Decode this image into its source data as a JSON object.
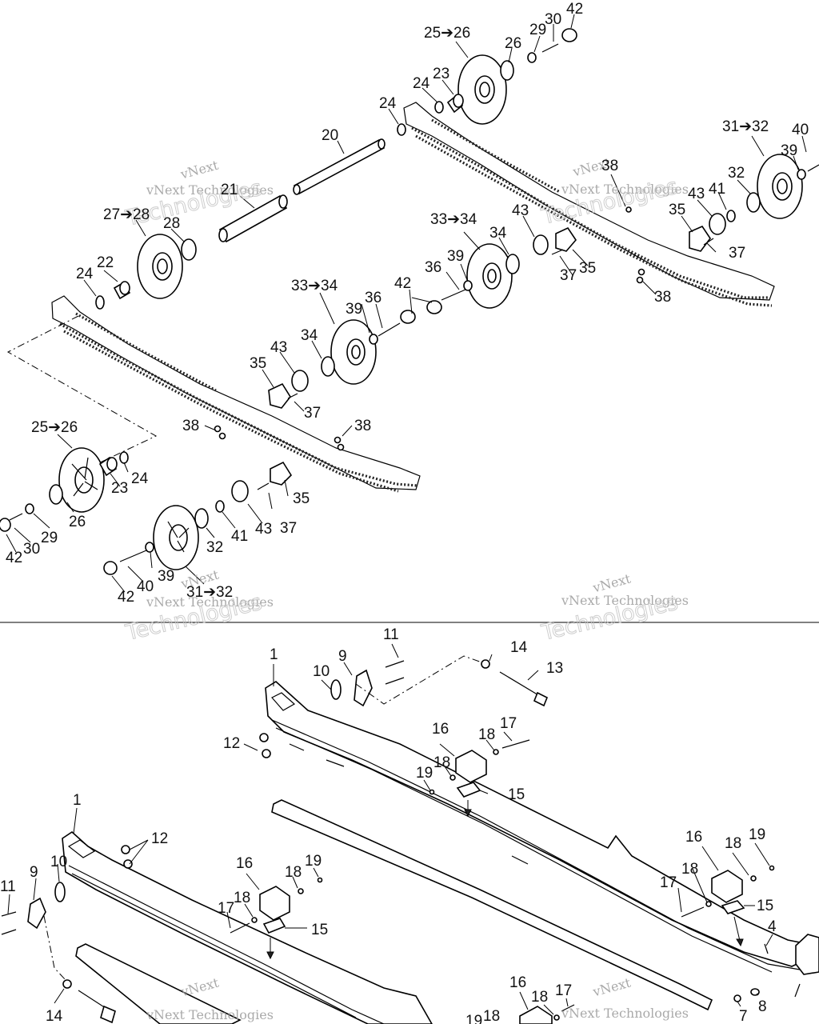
{
  "watermark": {
    "line1": "vNext",
    "line2": "vNext Technologies",
    "line3": "Technologies"
  },
  "labels": {
    "l42a": "42",
    "l30a": "30",
    "l29a": "29",
    "l26a": "26",
    "l2526a": "25➔26",
    "l24a": "24",
    "l23a": "23",
    "l24b": "24",
    "l20": "20",
    "l21": "21",
    "l2728": "27➔28",
    "l28": "28",
    "l22": "22",
    "l24c": "24",
    "l3132a": "31➔32",
    "l40a": "40",
    "l39a": "39",
    "l32a": "32",
    "l41a": "41",
    "l43a": "43",
    "l35a": "35",
    "l37a": "37",
    "l38a": "38",
    "l38b": "38",
    "l3334a": "33➔34",
    "l43b": "43",
    "l34a": "34",
    "l39b": "39",
    "l36a": "36",
    "l35b": "35",
    "l37b": "37",
    "l42b": "42",
    "l3334b": "33➔34",
    "l39c": "39",
    "l36b": "36",
    "l34b": "34",
    "l43c": "43",
    "l35c": "35",
    "l37c": "37",
    "l38c": "38",
    "l38d": "38",
    "l2526b": "25➔26",
    "l23b": "23",
    "l24d": "24",
    "l26b": "26",
    "l29b": "29",
    "l30b": "30",
    "l42c": "42",
    "l35d": "35",
    "l43d": "43",
    "l41b": "41",
    "l32b": "32",
    "l37d": "37",
    "l39d": "39",
    "l40b": "40",
    "l42d": "42",
    "l3132b": "31➔32",
    "b11a": "11",
    "b1a": "1",
    "b10a": "10",
    "b9a": "9",
    "b14a": "14",
    "b13": "13",
    "b12a": "12",
    "b16a": "16",
    "b18a": "18",
    "b17a": "17",
    "b18b": "18",
    "b19a": "19",
    "b15a": "15",
    "b1b": "1",
    "b12b": "12",
    "b11b": "11",
    "b9b": "9",
    "b10b": "10",
    "b16b": "16",
    "b18c": "18",
    "b19b": "19",
    "b17b": "17",
    "b18d": "18",
    "b15b": "15",
    "b16c": "16",
    "b18e": "18",
    "b19c": "19",
    "b18f": "18",
    "b17c": "17",
    "b15c": "15",
    "b4": "4",
    "b8": "8",
    "b7": "7",
    "b14b": "14",
    "b16d": "16",
    "b18g": "18",
    "b18h": "18",
    "b17d": "17",
    "b19d": "19"
  }
}
